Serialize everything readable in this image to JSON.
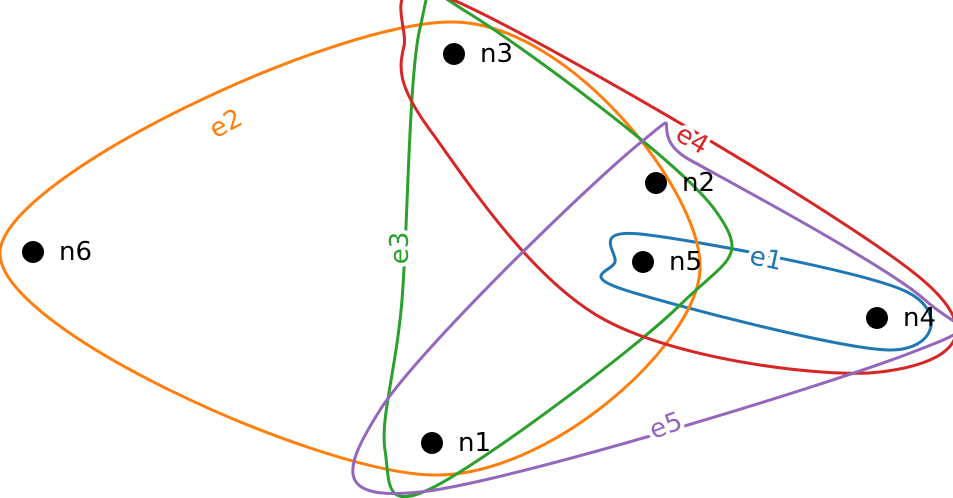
{
  "nodes": [
    {
      "id": "n1",
      "label": "n1"
    },
    {
      "id": "n2",
      "label": "n2"
    },
    {
      "id": "n3",
      "label": "n3"
    },
    {
      "id": "n4",
      "label": "n4"
    },
    {
      "id": "n5",
      "label": "n5"
    },
    {
      "id": "n6",
      "label": "n6"
    }
  ],
  "hyperedges": [
    {
      "id": "e1",
      "label": "e1",
      "color": "#1f77b4",
      "members": [
        "n5",
        "n4"
      ]
    },
    {
      "id": "e2",
      "label": "e2",
      "color": "#ff7f0e",
      "members": [
        "n6",
        "n3",
        "n2",
        "n5",
        "n1"
      ]
    },
    {
      "id": "e3",
      "label": "e3",
      "color": "#2ca02c",
      "members": [
        "n3",
        "n2",
        "n5",
        "n1"
      ]
    },
    {
      "id": "e4",
      "label": "e4",
      "color": "#d62728",
      "members": [
        "n3",
        "n2",
        "n5",
        "n4"
      ]
    },
    {
      "id": "e5",
      "label": "e5",
      "color": "#9467bd",
      "members": [
        "n2",
        "n5",
        "n4",
        "n1"
      ]
    }
  ],
  "node_color": "#000000"
}
